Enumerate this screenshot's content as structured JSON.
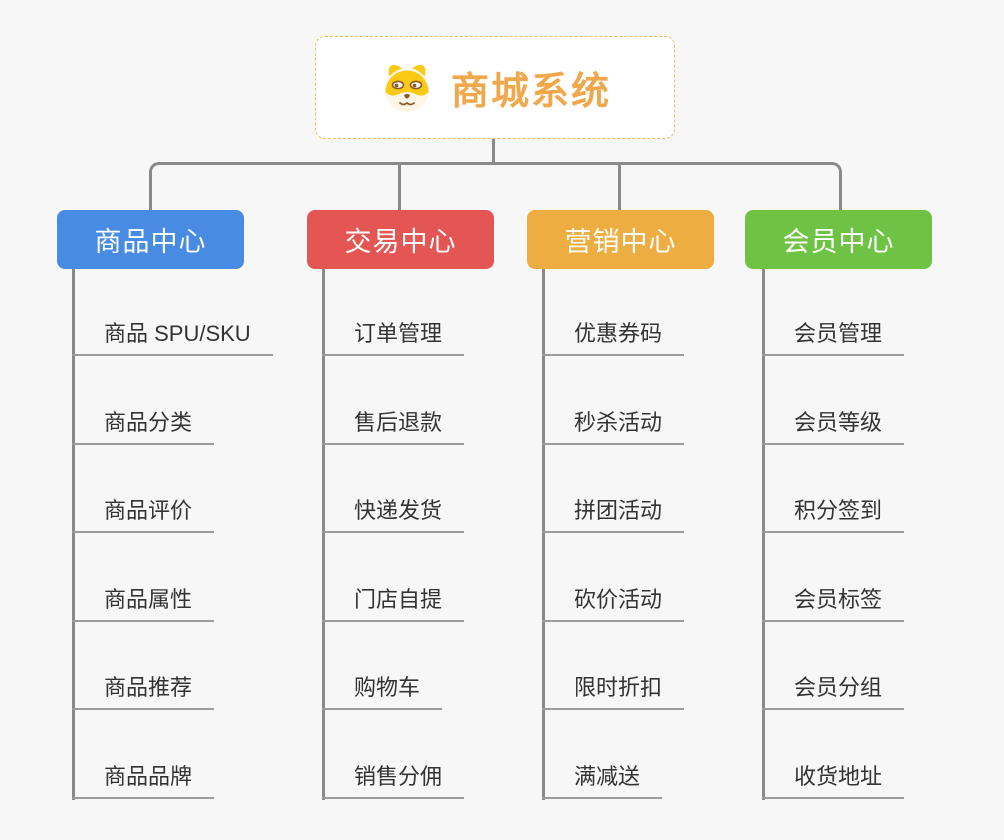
{
  "page": {
    "background_color": "#F7F7F7",
    "connector_color": "#8A8A8A",
    "underline_color": "#9B9B9B",
    "item_text_color": "#333333"
  },
  "root": {
    "title": "商城系统",
    "icon": "dog-face-icon",
    "text_color": "#F1A84D",
    "border_color": "#F3BC60"
  },
  "branches": [
    {
      "label": "商品中心",
      "color": "#478BE2",
      "children": [
        "商品 SPU/SKU",
        "商品分类",
        "商品评价",
        "商品属性",
        "商品推荐",
        "商品品牌"
      ]
    },
    {
      "label": "交易中心",
      "color": "#E35654",
      "children": [
        "订单管理",
        "售后退款",
        "快递发货",
        "门店自提",
        "购物车",
        "销售分佣"
      ]
    },
    {
      "label": "营销中心",
      "color": "#EEAD40",
      "children": [
        "优惠券码",
        "秒杀活动",
        "拼团活动",
        "砍价活动",
        "限时折扣",
        "满减送"
      ]
    },
    {
      "label": "会员中心",
      "color": "#6EC244",
      "children": [
        "会员管理",
        "会员等级",
        "积分签到",
        "会员标签",
        "会员分组",
        "收货地址"
      ]
    }
  ]
}
